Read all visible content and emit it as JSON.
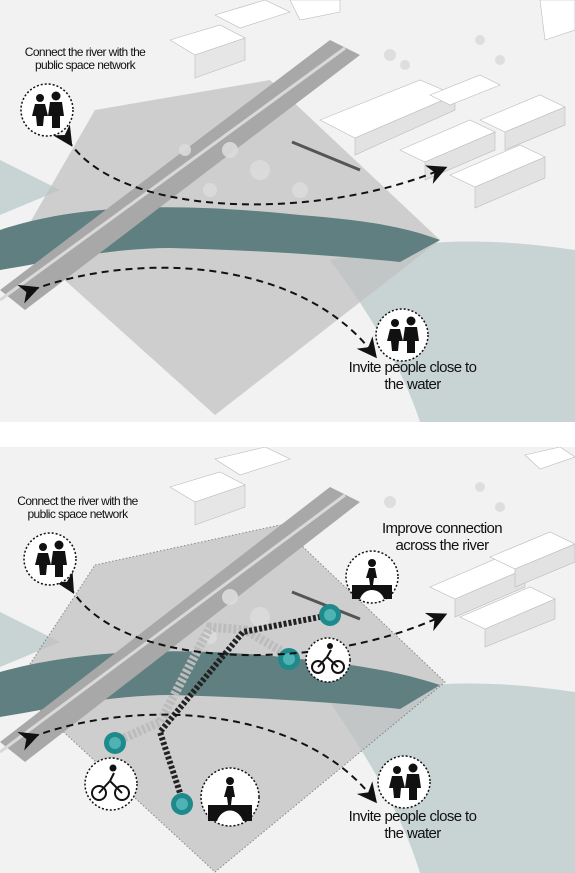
{
  "panels": {
    "top": {
      "label_connect": [
        "Connect the river with the",
        "public space network"
      ],
      "label_invite": [
        "Invite people close to",
        "the water"
      ]
    },
    "bottom": {
      "label_connect": [
        "Connect the river with the",
        "public space network"
      ],
      "label_improve": [
        "Improve connection",
        "across the river"
      ],
      "label_invite": [
        "Invite people close to",
        "the water"
      ]
    }
  },
  "colors": {
    "river": "#5f7f80",
    "water_light": "#c8d4d4",
    "ground": "#f2f2f2",
    "site_overlay": "#bdbdbd",
    "accent_teal": "#1e8a8c",
    "building": "#ffffff"
  },
  "icons": [
    "pedestrians-icon",
    "cyclist-icon",
    "bridge-crossing-icon"
  ]
}
